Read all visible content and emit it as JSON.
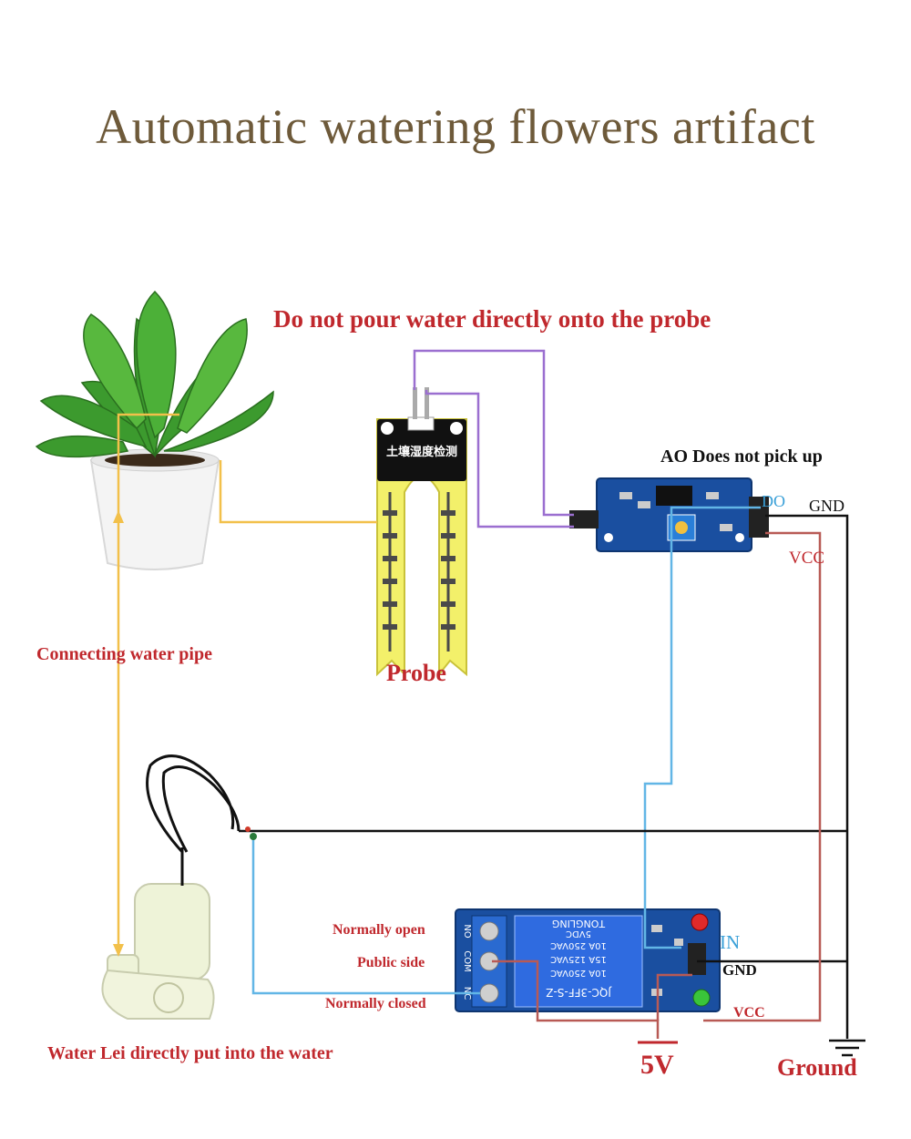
{
  "title": "Automatic watering flowers artifact",
  "labels": {
    "warning": "Do not pour water directly onto the probe",
    "ao_note": "AO Does not pick up",
    "do_pin": "DO",
    "gnd_top": "GND",
    "vcc_top": "VCC",
    "pipe": "Connecting water pipe",
    "probe": "Probe",
    "normally_open": "Normally open",
    "public_side": "Public side",
    "normally_closed": "Normally closed",
    "in_pin": "IN",
    "gnd_relay": "GND",
    "vcc_relay": "VCC",
    "five_v": "5V",
    "ground": "Ground",
    "pump": "Water Lei directly put into the water"
  },
  "probe_chip_text": "土壤湿度检测",
  "relay_text": {
    "model": "JQC-3FF-S-Z",
    "line1": "10A 250VAC",
    "line2": "15A 125VAC",
    "line3": "10A 250VAC",
    "coil": "5VDC",
    "brand": "TONGLING",
    "pins": [
      "NO",
      "COM",
      "NC"
    ]
  },
  "colors": {
    "title": "#6e5a3a",
    "label_red": "#c0282d",
    "wire_purple": "#9b6fd0",
    "wire_yellow": "#f2c04a",
    "wire_blue": "#62b6e6",
    "wire_red": "#b85a55",
    "wire_black": "#111111",
    "board_blue": "#1a4fa0",
    "probe_yellow": "#f3f06a"
  }
}
